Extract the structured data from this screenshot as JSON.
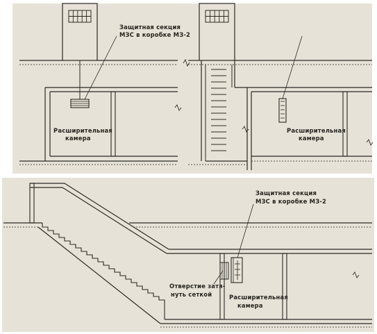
{
  "labels": {
    "top_left_section": "Защитная секция",
    "top_left_box": "МЗС в коробке МЗ-2",
    "top_left_chamber_1": "Расширительная",
    "top_left_chamber_2": "камера",
    "top_right_chamber_1": "Расширительная",
    "top_right_chamber_2": "камера",
    "bottom_section": "Защитная секция",
    "bottom_box": "МЗС в коробке МЗ-2",
    "bottom_opening_1": "Отверстие затя-",
    "bottom_opening_2": "нуть сеткой",
    "bottom_chamber_1": "Расширительная",
    "bottom_chamber_2": "камера"
  },
  "colors": {
    "paper": "#e7e2d7",
    "ink": "#2a2926",
    "background": "#ffffff"
  }
}
